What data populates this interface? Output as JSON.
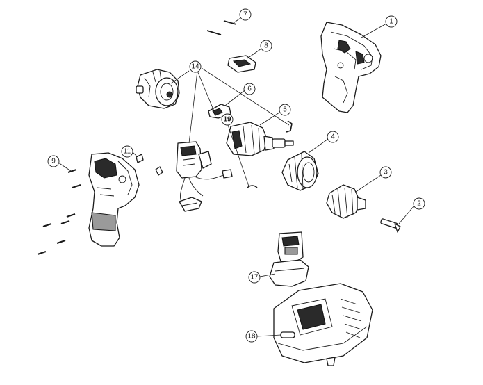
{
  "callouts": [
    {
      "id": "1",
      "label": "1"
    },
    {
      "id": "2",
      "label": "2"
    },
    {
      "id": "3",
      "label": "3"
    },
    {
      "id": "4",
      "label": "4"
    },
    {
      "id": "5",
      "label": "5"
    },
    {
      "id": "6",
      "label": "6"
    },
    {
      "id": "7",
      "label": "7"
    },
    {
      "id": "8",
      "label": "8"
    },
    {
      "id": "9",
      "label": "9"
    },
    {
      "id": "11",
      "label": "11"
    },
    {
      "id": "14",
      "label": "14"
    },
    {
      "id": "17",
      "label": "17"
    },
    {
      "id": "18",
      "label": "18"
    },
    {
      "id": "19",
      "label": "19"
    }
  ],
  "colors": {
    "line": "#1a1a1a",
    "background": "#ffffff",
    "grip": "#2a2a2a"
  }
}
